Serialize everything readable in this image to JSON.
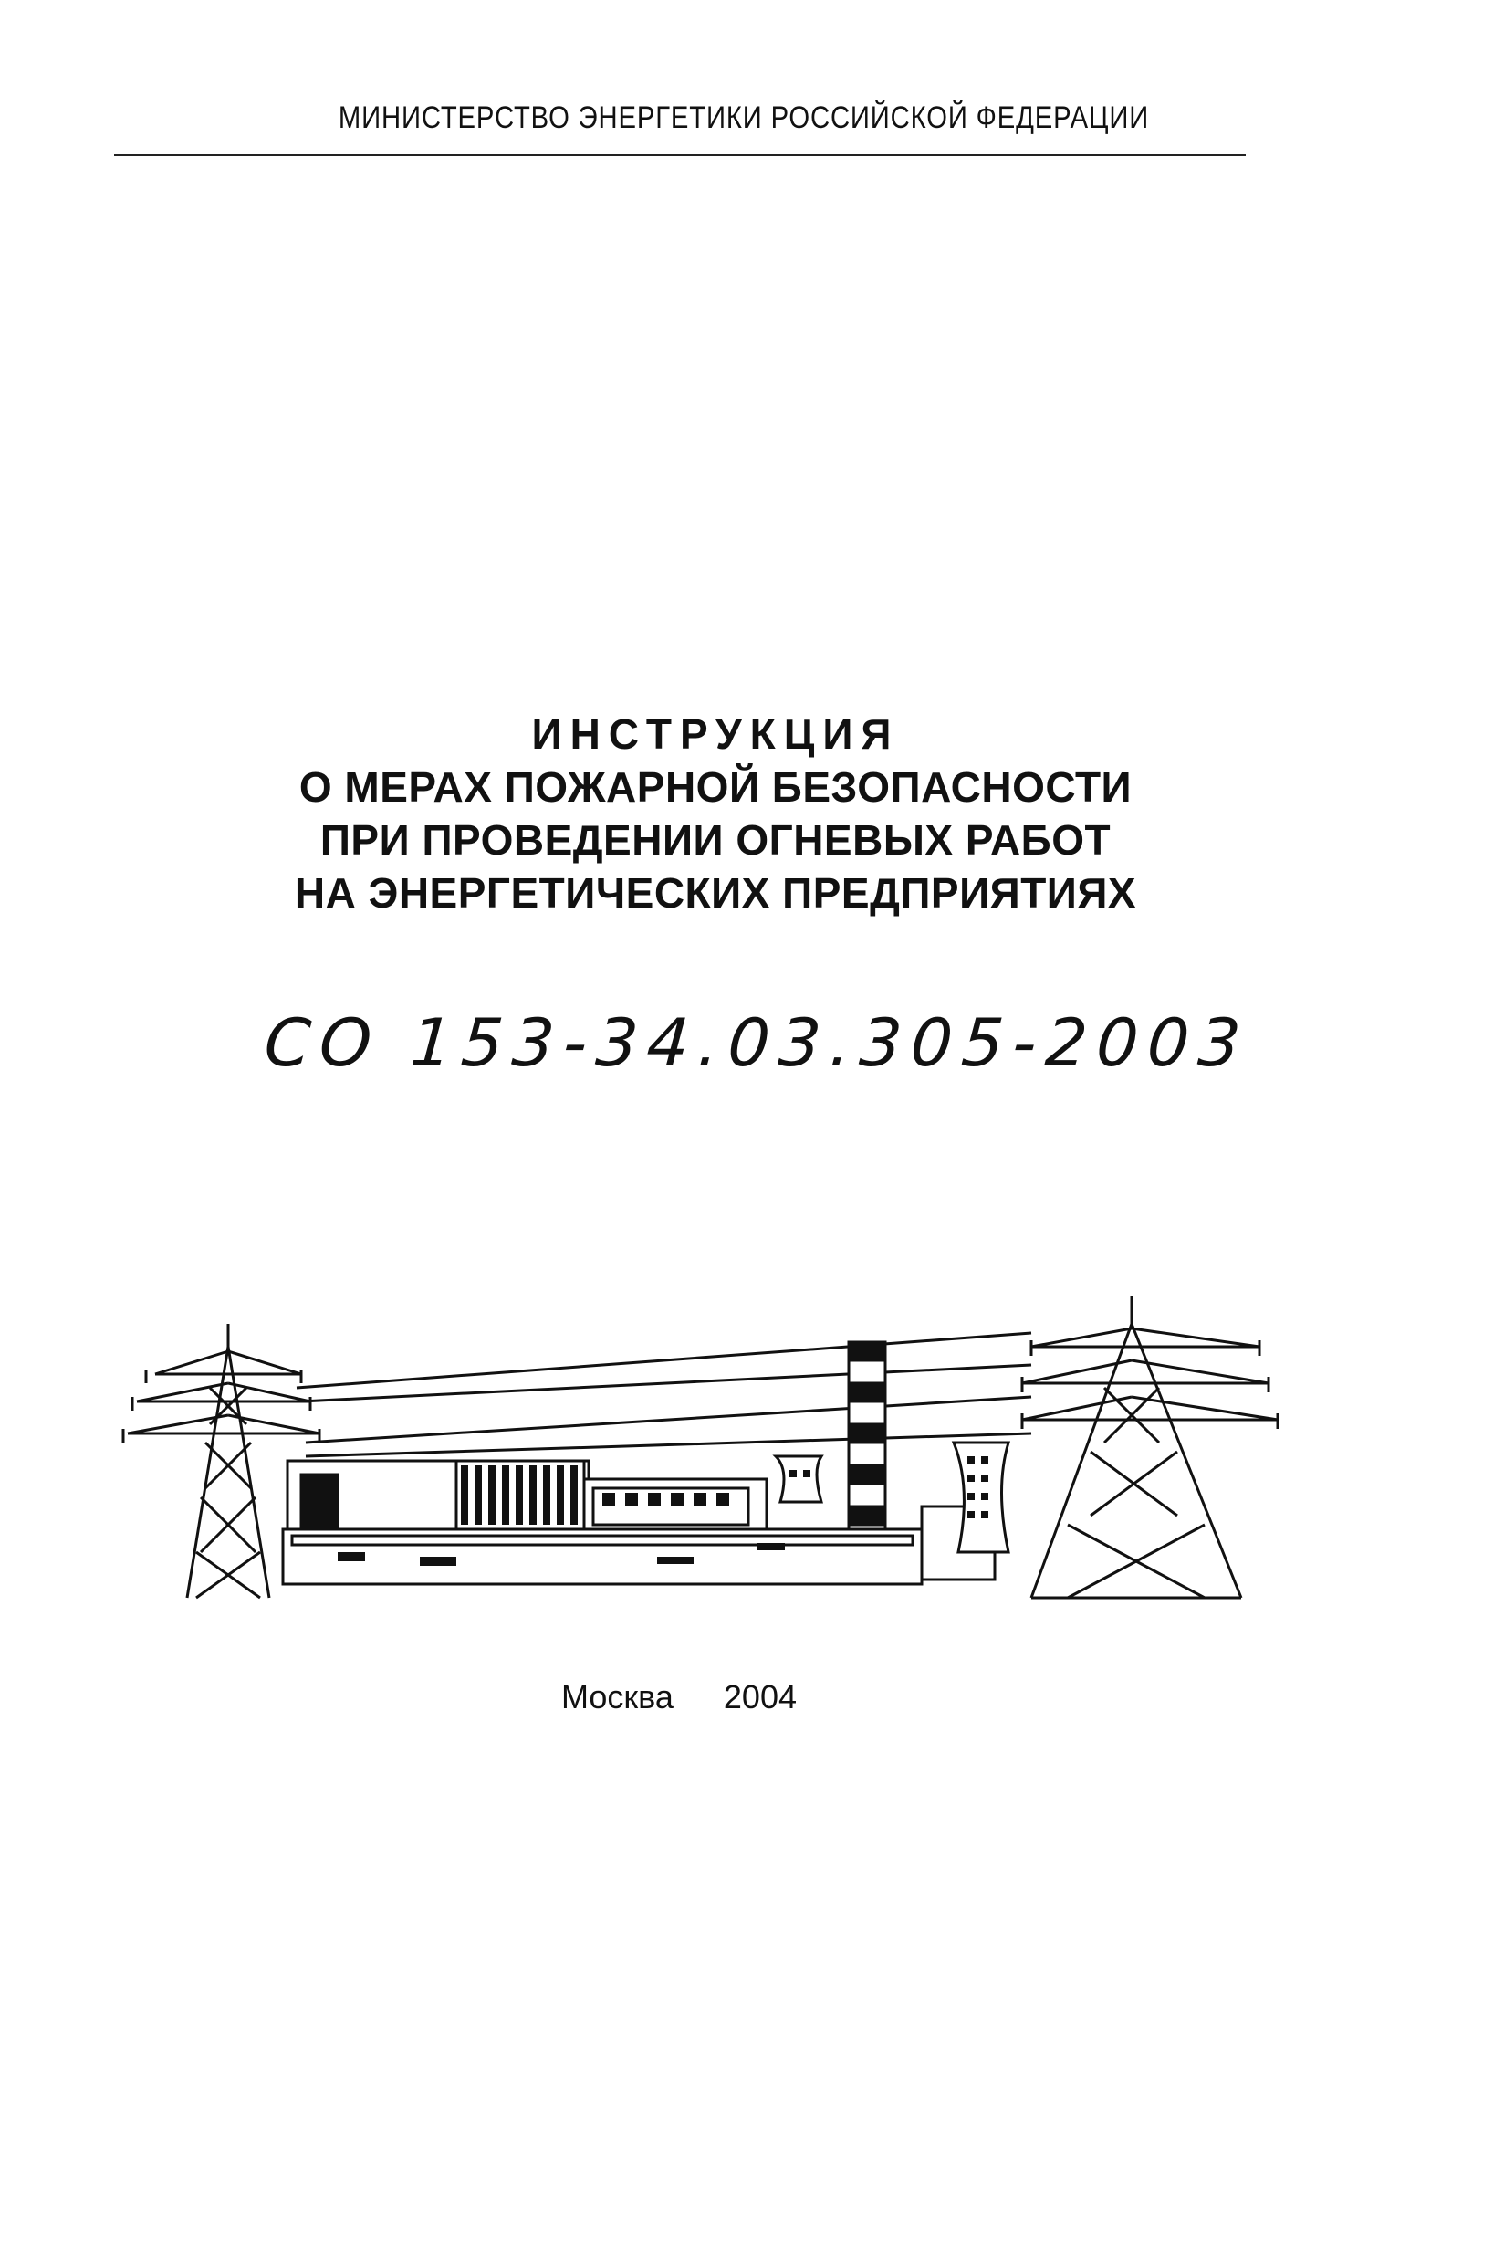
{
  "header": {
    "ministry": "МИНИСТЕРСТВО  ЭНЕРГЕТИКИ  РОССИЙСКОЙ  ФЕДЕРАЦИИ"
  },
  "title": {
    "line1": "ИНСТРУКЦИЯ",
    "line2": "О МЕРАХ ПОЖАРНОЙ БЕЗОПАСНОСТИ",
    "line3": "ПРИ ПРОВЕДЕНИИ ОГНЕВЫХ РАБОТ",
    "line4": "НА ЭНЕРГЕТИЧЕСКИХ ПРЕДПРИЯТИЯХ"
  },
  "document_code": "СО 153-34.03.305-2003",
  "footer": {
    "city": "Москва",
    "year": "2004"
  },
  "illustration": {
    "subject": "power-plant-with-transmission-towers",
    "ink_color": "#111111"
  }
}
